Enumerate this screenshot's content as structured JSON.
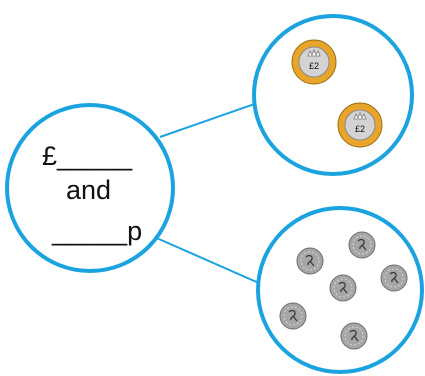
{
  "colors": {
    "circle_stroke": "#1ba3e0",
    "gold_rim": "#e8a52a",
    "silver_center": "#d3d3d3",
    "small_coin": "#a6a6a6",
    "text": "#111111"
  },
  "whole_circle": {
    "pounds_line": "£_____",
    "and_text": "and",
    "pence_line": "_____p"
  },
  "pounds_part": {
    "coin_label": "£2",
    "coin_count": 2,
    "coin_icon": "two-pound-coin-icon"
  },
  "pence_part": {
    "coin_count": 6,
    "coin_icon": "ten-pence-coin-icon"
  }
}
